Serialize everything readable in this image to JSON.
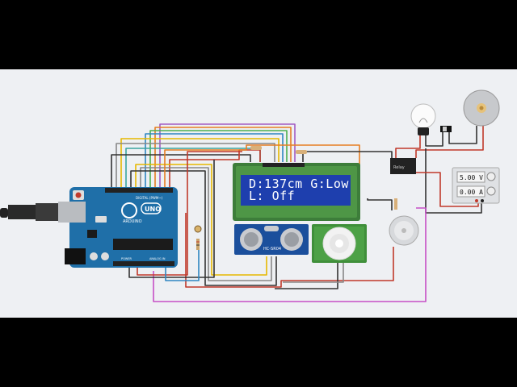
{
  "lcd": {
    "line1": "D:137cm G:Low",
    "line2": "L: Off"
  },
  "arduino": {
    "brand_label": "UNO",
    "maker_label": "ARDUINO",
    "digital_label": "DIGITAL (PWM~)",
    "power_label": "POWER",
    "analog_label": "ANALOG IN"
  },
  "ultrasonic_sensor": {
    "model_label": "HC-SR04"
  },
  "power_supply": {
    "voltage_readout": "5.00 V",
    "current_readout": "0.00 A"
  },
  "relay": {
    "label": "Relay"
  },
  "colors": {
    "canvas_bg": "#eef0f3",
    "arduino_board": "#1f6fa8",
    "lcd_bezel": "#3d7d3a",
    "lcd_screen": "#1e3fae",
    "sensor_board": "#1b4f9c",
    "pir_board": "#3f8f3a",
    "wire_red": "#c0392b",
    "wire_black": "#333333",
    "wire_purple": "#a25bc2",
    "wire_yellow": "#e6b800",
    "wire_orange": "#e67e22",
    "wire_green": "#4caf50",
    "wire_blue": "#2e86c1",
    "wire_gray": "#888888",
    "wire_magenta": "#c64fc6",
    "wire_cyan": "#3aa6a0",
    "wire_brown": "#8e5a2b"
  }
}
